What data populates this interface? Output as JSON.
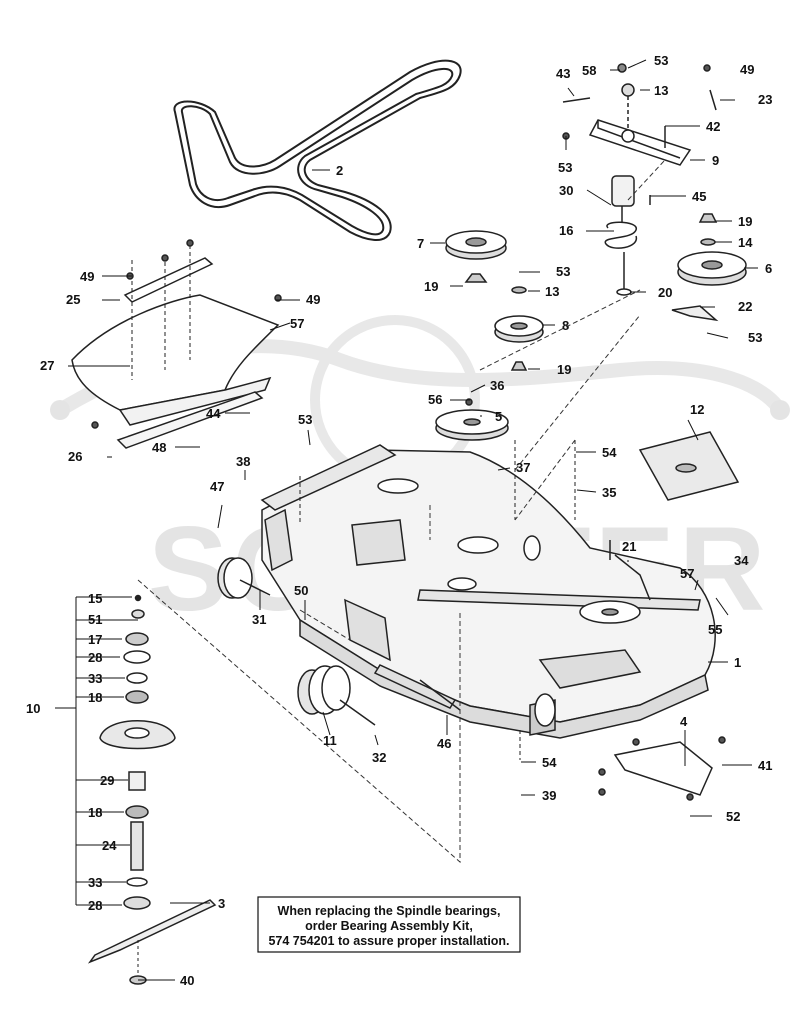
{
  "watermark": {
    "text": "SCOOTER"
  },
  "note": {
    "lines": [
      "When replacing the Spindle bearings,",
      "order Bearing Assembly Kit,",
      "574 754201 to assure proper installation."
    ]
  },
  "callouts": [
    {
      "id": "c1",
      "text": "1"
    },
    {
      "id": "c2",
      "text": "2"
    },
    {
      "id": "c3",
      "text": "3"
    },
    {
      "id": "c4",
      "text": "4"
    },
    {
      "id": "c5",
      "text": "5"
    },
    {
      "id": "c6",
      "text": "6"
    },
    {
      "id": "c7",
      "text": "7"
    },
    {
      "id": "c8",
      "text": "8"
    },
    {
      "id": "c9",
      "text": "9"
    },
    {
      "id": "c10",
      "text": "10"
    },
    {
      "id": "c11",
      "text": "11"
    },
    {
      "id": "c12",
      "text": "12"
    },
    {
      "id": "c13a",
      "text": "13"
    },
    {
      "id": "c13b",
      "text": "13"
    },
    {
      "id": "c14",
      "text": "14"
    },
    {
      "id": "c15",
      "text": "15"
    },
    {
      "id": "c16",
      "text": "16"
    },
    {
      "id": "c17",
      "text": "17"
    },
    {
      "id": "c18a",
      "text": "18"
    },
    {
      "id": "c18b",
      "text": "18"
    },
    {
      "id": "c19a",
      "text": "19"
    },
    {
      "id": "c19b",
      "text": "19"
    },
    {
      "id": "c19c",
      "text": "19"
    },
    {
      "id": "c20",
      "text": "20"
    },
    {
      "id": "c21",
      "text": "21"
    },
    {
      "id": "c22",
      "text": "22"
    },
    {
      "id": "c23",
      "text": "23"
    },
    {
      "id": "c24",
      "text": "24"
    },
    {
      "id": "c25",
      "text": "25"
    },
    {
      "id": "c26",
      "text": "26"
    },
    {
      "id": "c27",
      "text": "27"
    },
    {
      "id": "c28a",
      "text": "28"
    },
    {
      "id": "c28b",
      "text": "28"
    },
    {
      "id": "c29",
      "text": "29"
    },
    {
      "id": "c30",
      "text": "30"
    },
    {
      "id": "c31",
      "text": "31"
    },
    {
      "id": "c32",
      "text": "32"
    },
    {
      "id": "c33a",
      "text": "33"
    },
    {
      "id": "c33b",
      "text": "33"
    },
    {
      "id": "c34",
      "text": "34"
    },
    {
      "id": "c35",
      "text": "35"
    },
    {
      "id": "c36",
      "text": "36"
    },
    {
      "id": "c37",
      "text": "37"
    },
    {
      "id": "c38",
      "text": "38"
    },
    {
      "id": "c39",
      "text": "39"
    },
    {
      "id": "c40",
      "text": "40"
    },
    {
      "id": "c41",
      "text": "41"
    },
    {
      "id": "c42",
      "text": "42"
    },
    {
      "id": "c43",
      "text": "43"
    },
    {
      "id": "c44",
      "text": "44"
    },
    {
      "id": "c45",
      "text": "45"
    },
    {
      "id": "c46",
      "text": "46"
    },
    {
      "id": "c47",
      "text": "47"
    },
    {
      "id": "c48",
      "text": "48"
    },
    {
      "id": "c49a",
      "text": "49"
    },
    {
      "id": "c49b",
      "text": "49"
    },
    {
      "id": "c49c",
      "text": "49"
    },
    {
      "id": "c50",
      "text": "50"
    },
    {
      "id": "c51",
      "text": "51"
    },
    {
      "id": "c52",
      "text": "52"
    },
    {
      "id": "c53a",
      "text": "53"
    },
    {
      "id": "c53b",
      "text": "53"
    },
    {
      "id": "c53c",
      "text": "53"
    },
    {
      "id": "c53d",
      "text": "53"
    },
    {
      "id": "c53e",
      "text": "53"
    },
    {
      "id": "c54a",
      "text": "54"
    },
    {
      "id": "c54b",
      "text": "54"
    },
    {
      "id": "c55",
      "text": "55"
    },
    {
      "id": "c56",
      "text": "56"
    },
    {
      "id": "c57a",
      "text": "57"
    },
    {
      "id": "c57b",
      "text": "57"
    },
    {
      "id": "c58",
      "text": "58"
    }
  ]
}
